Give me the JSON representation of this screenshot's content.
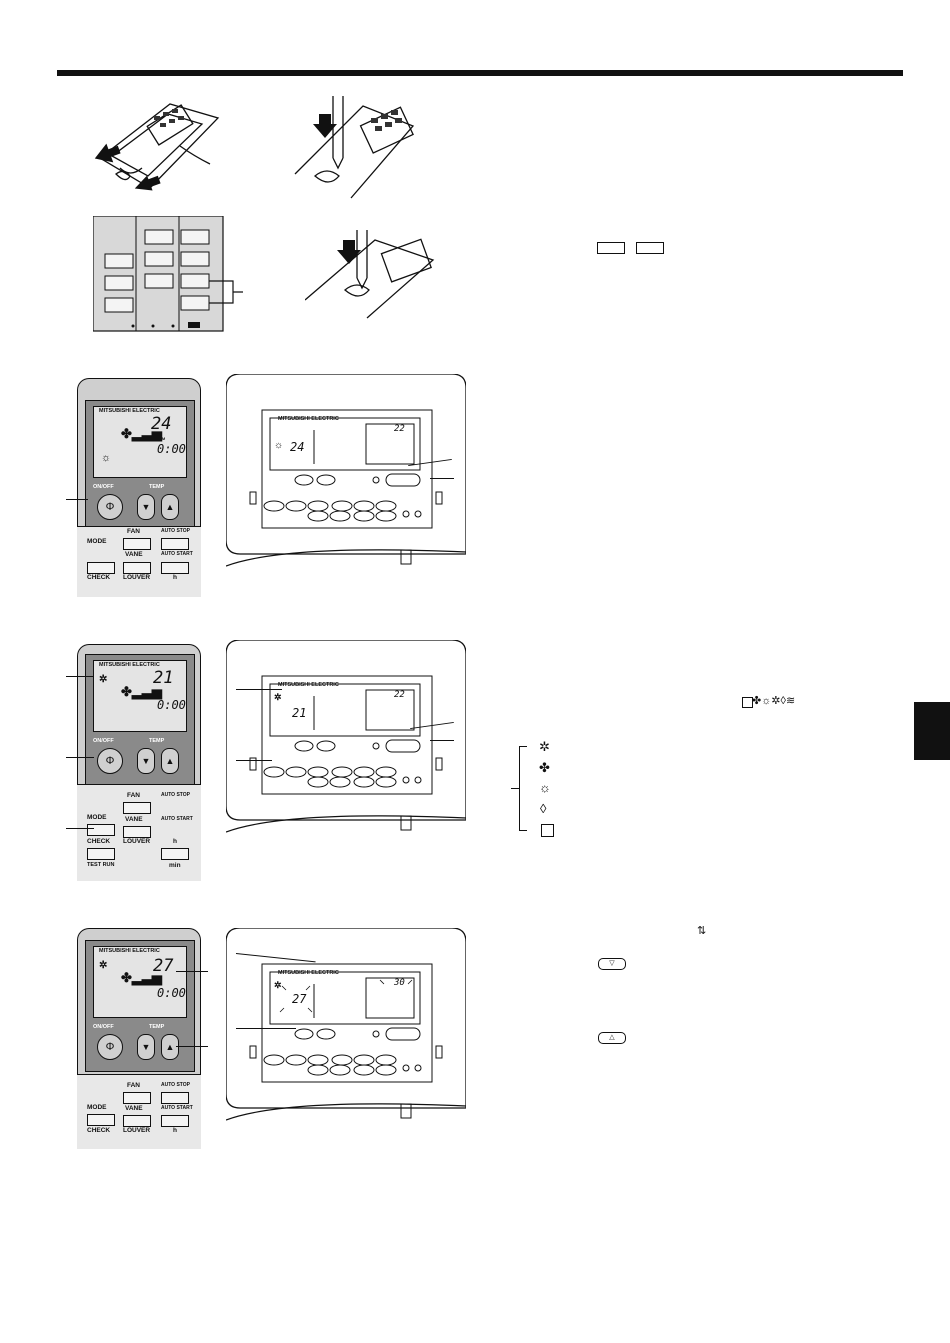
{
  "brand": "MITSUBISHI ELECTRIC",
  "remote": {
    "on_off": "ON/OFF",
    "temp": "TEMP",
    "mode": "MODE",
    "fan": "FAN",
    "vane": "VANE",
    "louver": "LOUVER",
    "check": "CHECK",
    "auto_stop": "AUTO STOP",
    "auto_start": "AUTO START",
    "hour": "h",
    "minute": "min",
    "test_run": "TEST RUN",
    "time": "0:00",
    "am": "AM",
    "temp_a": "24",
    "temp_b": "21",
    "temp_c": "27"
  },
  "wired": {
    "set_a": "24",
    "room_a": "22",
    "set_b": "21",
    "room_b": "22",
    "set_c": "27",
    "room_c": "30"
  },
  "legend_icons": [
    "cool-icon",
    "fan-icon",
    "heat-icon",
    "dry-icon",
    "auto-icon"
  ]
}
